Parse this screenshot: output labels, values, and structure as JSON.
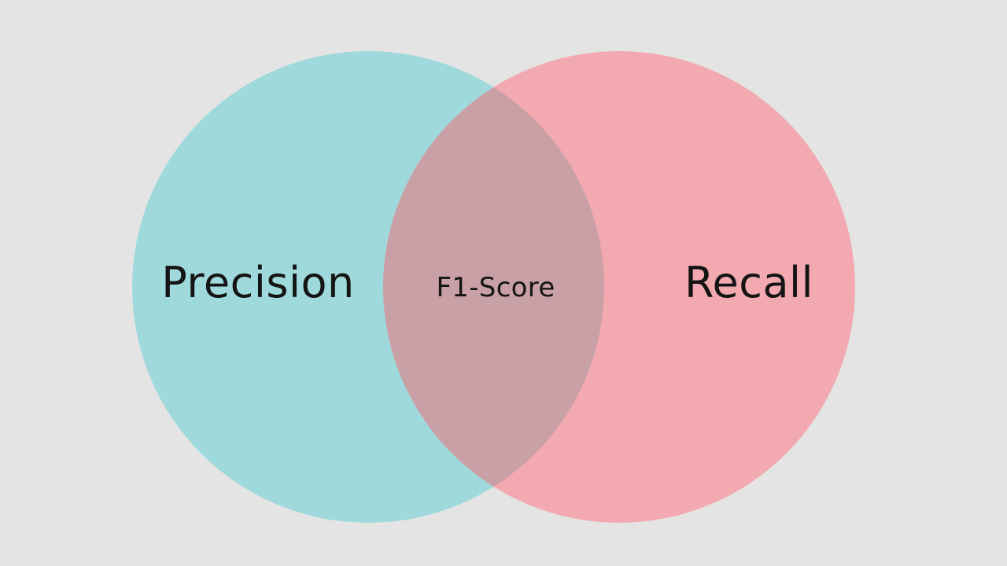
{
  "diagram": {
    "left_set": {
      "label": "Precision",
      "color": "#9fd9db"
    },
    "right_set": {
      "label": "Recall",
      "color": "#f2aab0"
    },
    "intersection": {
      "label": "F1-Score",
      "color": "#c9a0a6"
    },
    "background_color": "#e4e4e4"
  }
}
